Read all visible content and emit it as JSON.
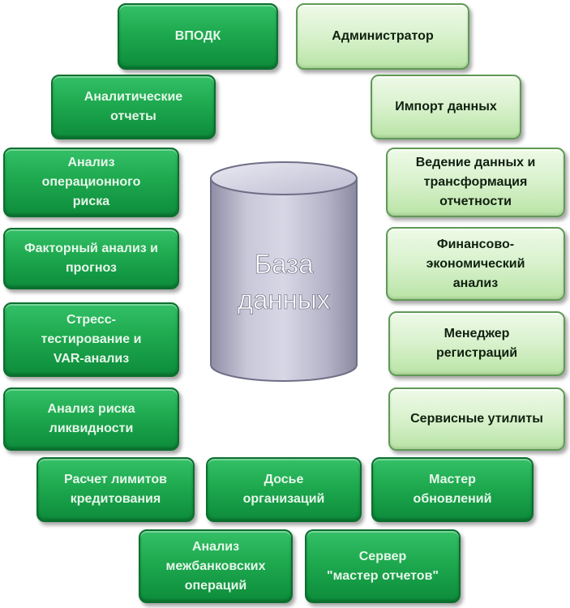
{
  "center": {
    "label_line1": "База",
    "label_line2": "данных"
  },
  "modules": [
    {
      "id": "vpodk",
      "label": "ВПОДК",
      "style": "dark"
    },
    {
      "id": "admin",
      "label": "Администратор",
      "style": "light"
    },
    {
      "id": "analytic-reports",
      "label": "Аналитические\nотчеты",
      "style": "dark"
    },
    {
      "id": "import",
      "label": "Импорт данных",
      "style": "light"
    },
    {
      "id": "oprisk",
      "label": "Анализ\nоперационного\nриска",
      "style": "dark"
    },
    {
      "id": "data-transform",
      "label": "Ведение данных и\nтрансформация\nотчетности",
      "style": "light"
    },
    {
      "id": "factor",
      "label": "Факторный анализ и\nпрогноз",
      "style": "dark"
    },
    {
      "id": "fin-econ",
      "label": "Финансово-\nэкономический\nанализ",
      "style": "light"
    },
    {
      "id": "stress",
      "label": "Стресс-\nтестирование и\nVAR-анализ",
      "style": "dark"
    },
    {
      "id": "reg-manager",
      "label": "Менеджер\nрегистраций",
      "style": "light"
    },
    {
      "id": "liquidity",
      "label": "Анализ риска\nликвидности",
      "style": "dark"
    },
    {
      "id": "utilities",
      "label": "Сервисные утилиты",
      "style": "light"
    },
    {
      "id": "limits",
      "label": "Расчет лимитов\nкредитования",
      "style": "dark"
    },
    {
      "id": "dossier",
      "label": "Досье\nорганизаций",
      "style": "dark"
    },
    {
      "id": "updates",
      "label": "Мастер\nобновлений",
      "style": "dark"
    },
    {
      "id": "interbank",
      "label": "Анализ\nмежбанковских\nопераций",
      "style": "dark"
    },
    {
      "id": "report-server",
      "label": "Сервер\n\"мастер отчетов\"",
      "style": "dark"
    }
  ]
}
